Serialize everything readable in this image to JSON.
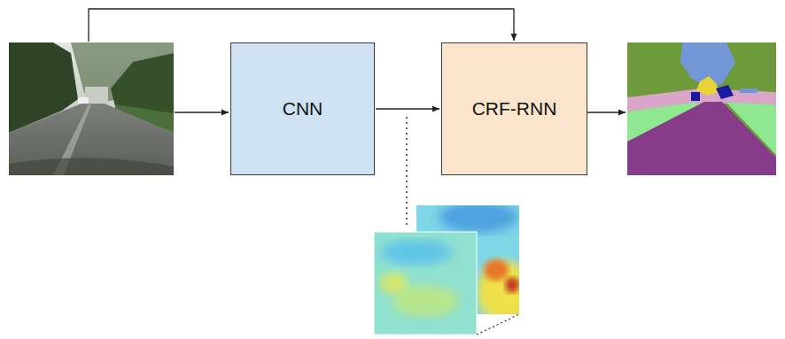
{
  "diagram": {
    "nodes": [
      {
        "text": [
          "CNN"
        ]
      },
      {
        "text": [
          "CRF-RNN"
        ]
      }
    ],
    "edges": [
      {
        "from": 0,
        "to": 1,
        "arrow": "to"
      }
    ]
  }
}
